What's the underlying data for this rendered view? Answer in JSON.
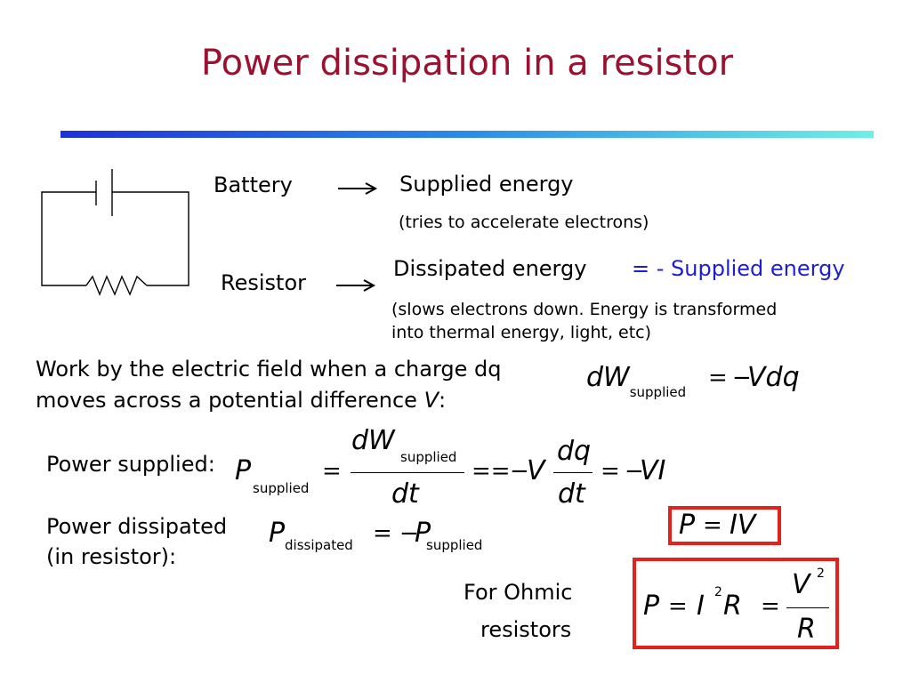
{
  "slide": {
    "title": "Power dissipation in a resistor",
    "battery": "Battery",
    "supplied_energy": "Supplied energy",
    "tries_note": "(tries to accelerate electrons)",
    "resistor": "Resistor",
    "dissipated_energy": "Dissipated energy",
    "neg_supplied": "= - Supplied energy",
    "slows_note_1": "(slows electrons down. Energy is transformed",
    "slows_note_2": "into thermal energy, light, etc)",
    "work_line_1": "Work by the electric field when a charge dq",
    "work_line_2": "moves across a potential difference",
    "work_var": "V",
    "work_colon": ":",
    "power_supplied_label": "Power supplied:",
    "power_dissipated_label_1": "Power dissipated",
    "power_dissipated_label_2": "(in resistor):",
    "ohmic_1": "For Ohmic",
    "ohmic_2": "resistors"
  },
  "equations": {
    "eq1": {
      "lhs": "dW",
      "sub": "supplied",
      "eq": "=",
      "neg": "−",
      "rhs": "Vdq"
    },
    "eq2": {
      "lhs": "P",
      "sub": "supplied",
      "eq": "=",
      "num": "dW",
      "num_sub": "supplied",
      "den": "dt",
      "eqeq": "==",
      "neg": "−",
      "v": "V",
      "num2": "dq",
      "den2": "dt",
      "eq3": "=",
      "neg2": "−",
      "rhs": "VI"
    },
    "eq3": {
      "lhs": "P",
      "sub": "dissipated",
      "eq": "=",
      "neg": "−",
      "rhs": "P",
      "rhs_sub": "supplied"
    },
    "eq4": {
      "p": "P",
      "eq": "=",
      "i": "IV"
    },
    "eq5": {
      "p": "P",
      "eq": "=",
      "i": "I",
      "i_sup": "2",
      "r": "R",
      "eq2": "=",
      "num": "V",
      "num_sup": "2",
      "den": "R"
    }
  },
  "colors": {
    "title": "#9b1230",
    "accent_text": "#1d1dd6",
    "box": "#e3231b"
  }
}
